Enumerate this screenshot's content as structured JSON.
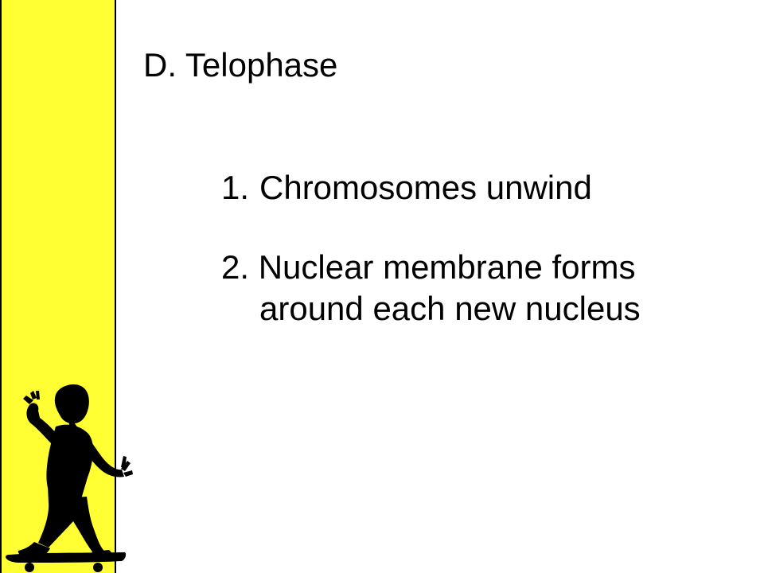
{
  "slide": {
    "heading": "D. Telophase",
    "items": [
      {
        "number": "1.",
        "text": "Chromosomes unwind"
      },
      {
        "text": "2. Nuclear membrane forms around each new nucleus"
      }
    ]
  },
  "decoration": {
    "sidebar_color": "#ffff33",
    "skater_icon": "skateboarder-silhouette-icon"
  }
}
